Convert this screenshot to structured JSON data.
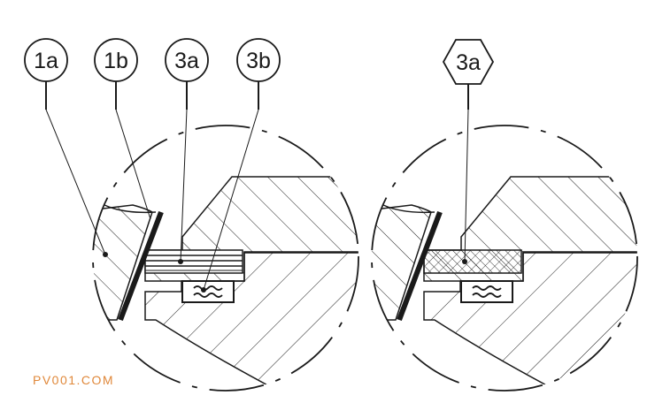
{
  "labels": {
    "c1a": "1a",
    "c1b": "1b",
    "c3a": "3a",
    "c3b": "3b",
    "hex3a": "3a"
  },
  "watermark": "PV001.COM",
  "colors": {
    "ink": "#1a1a1a",
    "watermark": "#e0883a"
  }
}
